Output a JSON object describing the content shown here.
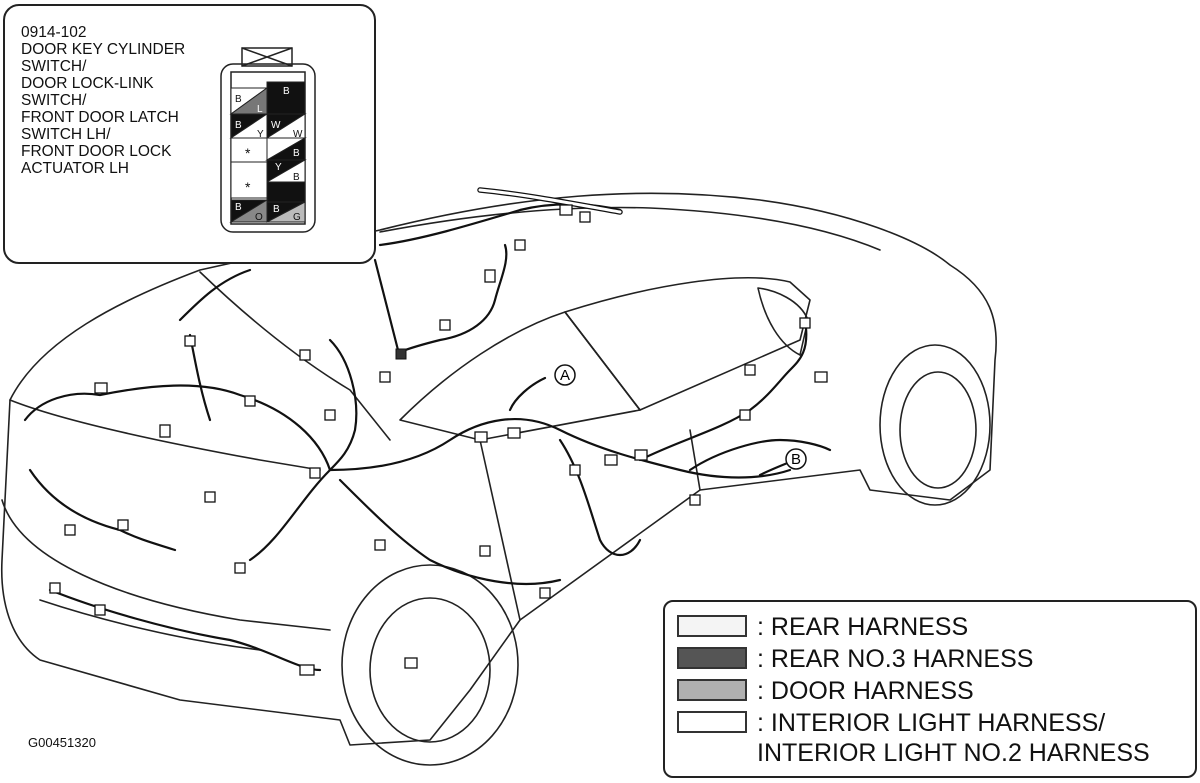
{
  "callout": {
    "lines": [
      "0914-102",
      "DOOR KEY CYLINDER",
      "SWITCH/",
      "DOOR LOCK-LINK",
      "SWITCH/",
      "FRONT DOOR LATCH",
      "SWITCH LH/",
      "FRONT DOOR LOCK",
      "ACTUATOR LH"
    ]
  },
  "connector": {
    "pins": {
      "r1_left": "B",
      "r1_left_b": "L",
      "r1_right": "B",
      "r2_left": "B",
      "r2_left_b": "Y",
      "r2_right": "W",
      "r3_right_a": "W",
      "r3_right_b": "B",
      "r4_left": "*",
      "r4_right": "Y",
      "r5_left": "*",
      "r5_right": "B",
      "r6_right": "B",
      "r7_left": "B",
      "r7_left_b": "O",
      "r7_right": "G"
    }
  },
  "markers": {
    "a": "A",
    "b": "B"
  },
  "legend": {
    "items": [
      {
        "label": ": REAR HARNESS",
        "color": "#f4f4f4"
      },
      {
        "label": ": REAR NO.3 HARNESS",
        "color": "#555555"
      },
      {
        "label": ": DOOR HARNESS",
        "color": "#b0b0b0"
      },
      {
        "label": ": INTERIOR LIGHT HARNESS/\nINTERIOR LIGHT NO.2 HARNESS",
        "color": "#ffffff"
      }
    ]
  },
  "figure_id": "G00451320"
}
